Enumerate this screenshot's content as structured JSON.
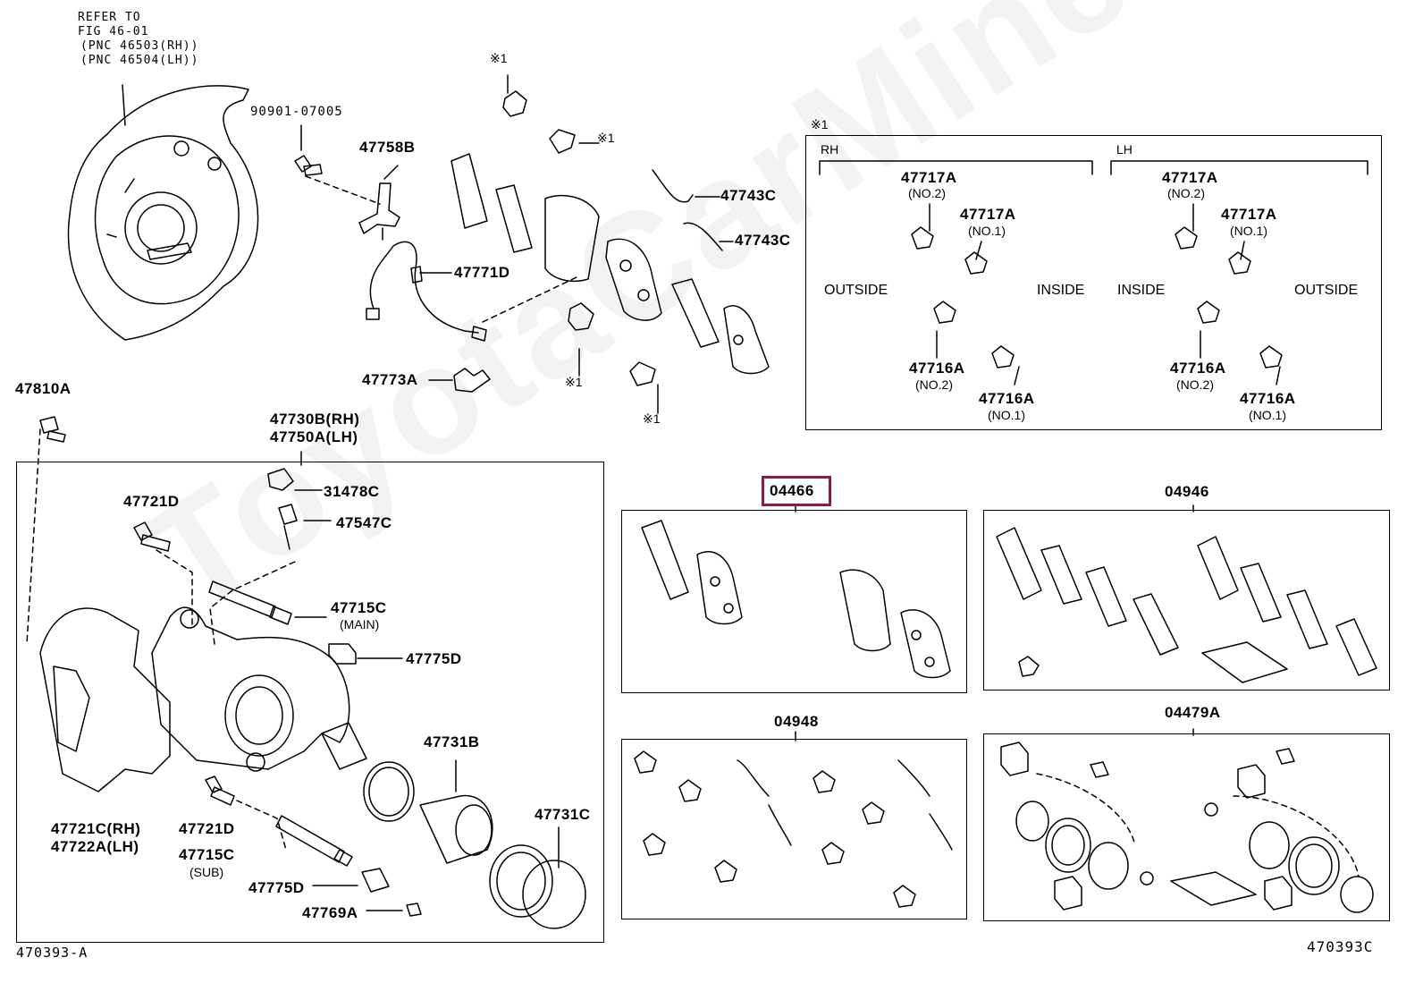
{
  "watermark": "ToyotaCarMine.ru",
  "refer": {
    "line1": "REFER TO",
    "line2": "FIG 46-01",
    "line3": "(PNC 46503(RH))",
    "line4": "(PNC 46504(LH))"
  },
  "parts": {
    "p90901": "90901-07005",
    "p47758B": "47758B",
    "p47771D": "47771D",
    "p47773A": "47773A",
    "p47743C_1": "47743C",
    "p47743C_2": "47743C",
    "p47810A": "47810A",
    "p47730B": "47730B(RH)",
    "p47750A": "47750A(LH)",
    "p47721D_1": "47721D",
    "p31478C": "31478C",
    "p47547C": "47547C",
    "p47715C_main": "47715C",
    "main_note": "(MAIN)",
    "p47775D_1": "47775D",
    "p47731B": "47731B",
    "p47731C": "47731C",
    "p47721C": "47721C(RH)",
    "p47722A": "47722A(LH)",
    "p47721D_2": "47721D",
    "p47715C_sub": "47715C",
    "sub_note": "(SUB)",
    "p47775D_2": "47775D",
    "p47769A": "47769A",
    "kit04466": "04466",
    "kit04946": "04946",
    "kit04948": "04948",
    "kit04479A": "04479A"
  },
  "asterisk": "※1",
  "detail": {
    "title": "※1",
    "rh": "RH",
    "lh": "LH",
    "outside": "OUTSIDE",
    "inside": "INSIDE",
    "p47717A": "47717A",
    "p47716A": "47716A",
    "no1": "(NO.1)",
    "no2": "(NO.2)"
  },
  "footer": {
    "left_code": "470393-A",
    "right_code": "470393C"
  },
  "highlight_color": "#8e1a3d"
}
